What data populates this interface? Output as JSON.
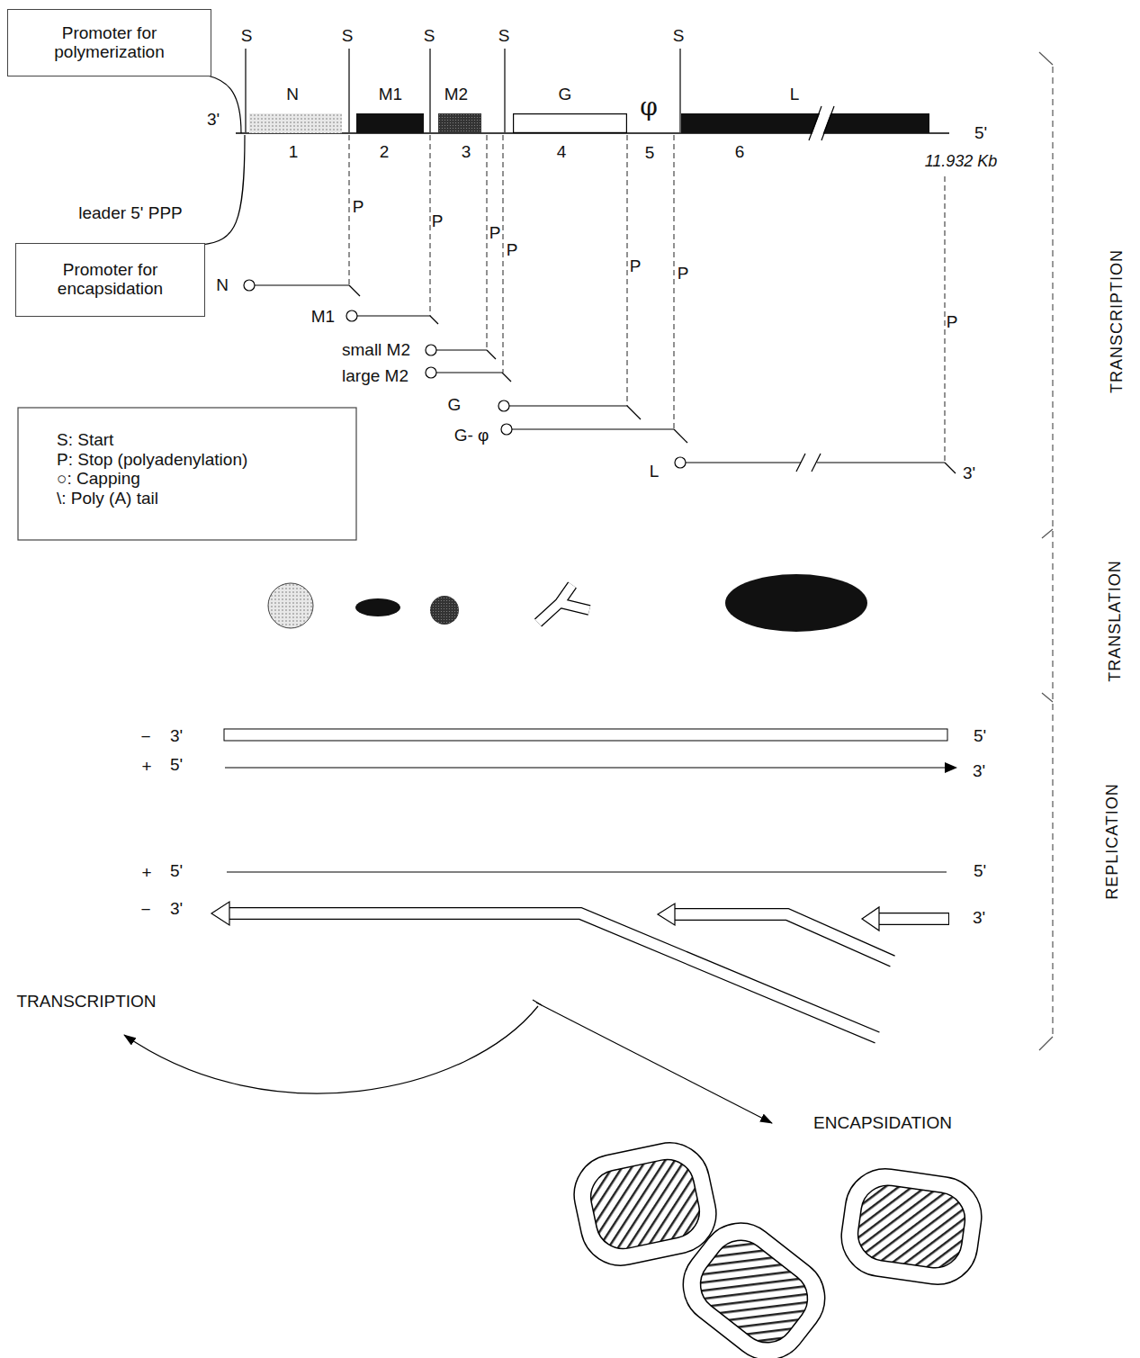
{
  "diagram": {
    "nodes": [
      {
        "text": [
          "Promoter for polymerization"
        ]
      },
      {
        "text": [
          "N",
          "1"
        ]
      },
      {
        "text": [
          "M1",
          "2"
        ]
      },
      {
        "text": [
          "M2",
          "3"
        ]
      },
      {
        "text": [
          "G",
          "4"
        ]
      },
      {
        "text": [
          "L",
          "6"
        ]
      },
      {
        "text": [
          "Promoter for encapsidation"
        ]
      }
    ],
    "labels": [
      "S",
      "S",
      "S",
      "S",
      "S",
      "φ",
      "3'",
      "5",
      "5'",
      "11.932 Kb",
      "leader 5' PPP",
      "P",
      "P",
      "P",
      "P",
      "P",
      "P",
      "P",
      "N",
      "M1",
      "small M2",
      "large M2",
      "G",
      "G- φ",
      "L",
      "3'",
      "TRANSCRIPTION",
      "TRANSLATION",
      "REPLICATION",
      "−",
      "3'",
      "5'",
      "+",
      "5'",
      "3'",
      "+",
      "5'",
      "5'",
      "−",
      "3'",
      "3'",
      "TRANSCRIPTION",
      "ENCAPSIDATION"
    ],
    "legend": [
      {
        "text": "S: Start"
      },
      {
        "text": "P: Stop (polyadenylation)"
      },
      {
        "text": "○: Capping"
      },
      {
        "text": "\\: Poly (A) tail"
      }
    ]
  }
}
